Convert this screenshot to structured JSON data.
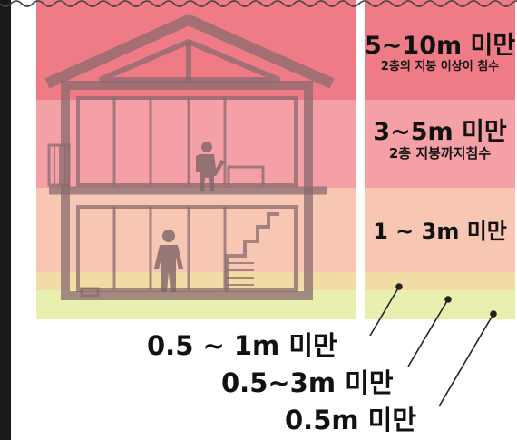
{
  "levels": {
    "level1": {
      "title": "5~10m 미만",
      "desc": "2층의 지붕 이상이 침수"
    },
    "level2": {
      "title": "3~5m 미만",
      "desc": "2층 지붕까지침수"
    },
    "level3": {
      "title": "1 ~ 3m 미만"
    },
    "level4": {
      "title": "0.5 ~ 1m 미만"
    },
    "level5": {
      "title": "0.5~3m 미만"
    },
    "level6": {
      "title": "0.5m 미만"
    }
  },
  "colors": {
    "level1": "#ee7b86",
    "level2": "#f4a0a6",
    "level3": "#f7c7b3",
    "level4": "#f2dca6",
    "level5": "#e8efaf"
  }
}
